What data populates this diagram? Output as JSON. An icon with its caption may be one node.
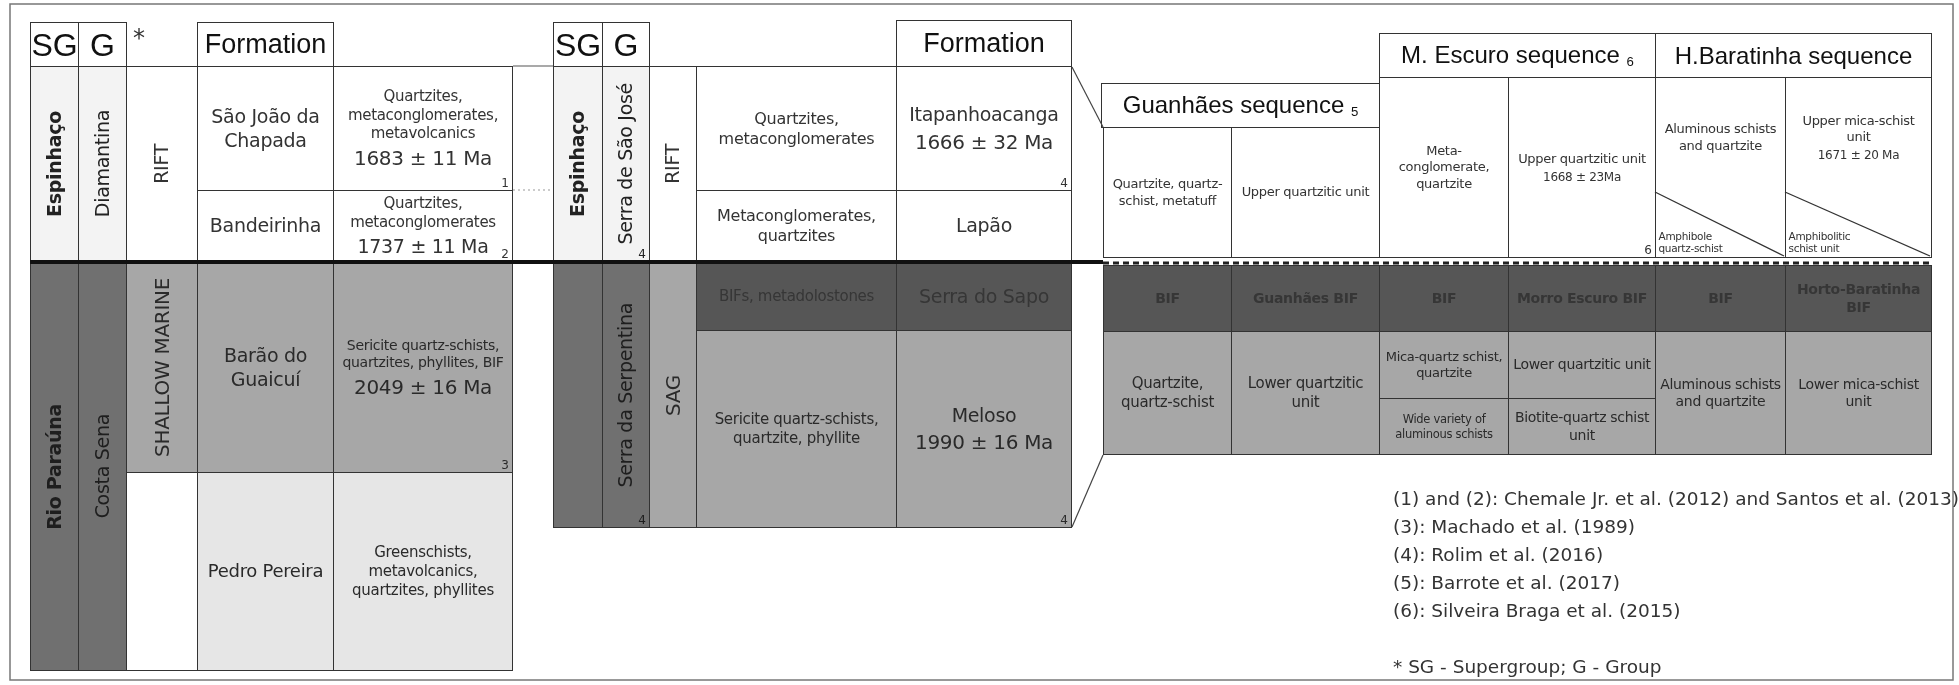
{
  "diagram": {
    "nodes": [
      {
        "text": [
          "SG"
        ]
      },
      {
        "text": [
          "G"
        ]
      },
      {
        "text": [
          "Formation"
        ]
      },
      {
        "text": [
          "SG"
        ]
      },
      {
        "text": [
          "G"
        ]
      },
      {
        "text": [
          "Formation"
        ]
      },
      {
        "text": [
          "M. Escuro sequence $_{6}$"
        ]
      },
      {
        "text": [
          "H.Baratinha sequence"
        ]
      },
      {
        "text": [
          "Espinhaço"
        ]
      },
      {
        "text": [
          "Diamantina"
        ]
      },
      {
        "text": [
          "RIFT"
        ]
      },
      {
        "text": [
          "São João da Chapada"
        ]
      },
      {
        "text": [
          "Quartzites, metaconglomerates, metavolcanics",
          "1683 ± 11 Ma",
          "1"
        ]
      },
      {
        "text": [
          "Bandeirinha"
        ]
      },
      {
        "text": [
          "Quartzites, metaconglomerates",
          "1737 ± 11 Ma",
          "2"
        ]
      },
      {
        "text": [
          "Espinhaço"
        ]
      },
      {
        "text": [
          "Serra de São José",
          "4"
        ]
      },
      {
        "text": [
          "RIFT"
        ]
      },
      {
        "text": [
          "Quartzites, metaconglomerates"
        ]
      },
      {
        "text": [
          "Itapanhoacanga",
          "1666 ± 32 Ma",
          "4"
        ]
      },
      {
        "text": [
          "Metaconglomerates, quartzites"
        ]
      },
      {
        "text": [
          "Lapão"
        ]
      },
      {
        "text": [
          "Guanhães sequence $_{5}$"
        ]
      },
      {
        "text": [
          "Quartzite, quartz-schist, metatuff"
        ]
      },
      {
        "text": [
          "Upper quartzitic unit"
        ]
      },
      {
        "text": [
          "Meta-conglomerate, quartzite"
        ]
      },
      {
        "text": [
          "Upper quartzitic unit",
          "1668 ± 23Ma",
          "6"
        ]
      },
      {
        "text": [
          "Aluminous schists and quartzite"
        ]
      },
      {
        "text": [
          "Amphibole quartz-schist"
        ],
        "in": 27
      },
      {
        "text": [
          "Upper mica-schist unit",
          "1671 ± 20 Ma"
        ]
      },
      {
        "text": [
          "Amphibolitic schist unit"
        ],
        "in": 29
      },
      {
        "text": [
          "Rio Paraúna"
        ]
      },
      {
        "text": [
          "Costa Sena"
        ]
      },
      {
        "text": [
          "SHALLOW MARINE"
        ]
      },
      {
        "text": [
          "Barão do Guaicuí"
        ]
      },
      {
        "text": [
          "Sericite quartz-schists, quartzites, phyllites, BIF",
          "2049 ± 16 Ma",
          "3"
        ]
      },
      {
        "text": [],
        "shape": "box"
      },
      {
        "text": [
          "Pedro Pereira"
        ]
      },
      {
        "text": [
          "Greenschists, metavolcanics, quartzites, phyllites"
        ]
      },
      {
        "text": [],
        "shape": "box"
      },
      {
        "text": [
          "Serra da Serpentina",
          "4"
        ]
      },
      {
        "text": [
          "SAG"
        ]
      },
      {
        "text": [
          "BIFs, metadolostones"
        ]
      },
      {
        "text": [
          "Serra do Sapo"
        ]
      },
      {
        "text": [
          "Sericite quartz-schists, quartzite, phyllite"
        ]
      },
      {
        "text": [
          "Meloso",
          "1990 ± 16 Ma",
          "4"
        ]
      },
      {
        "text": [
          "BIF"
        ]
      },
      {
        "text": [
          "Guanhães BIF"
        ]
      },
      {
        "text": [
          "BIF"
        ]
      },
      {
        "text": [
          "Morro Escuro BIF"
        ]
      },
      {
        "text": [
          "BIF"
        ]
      },
      {
        "text": [
          "Horto-Baratinha BIF"
        ]
      },
      {
        "text": [
          "Quartzite, quartz-schist"
        ]
      },
      {
        "text": [
          "Lower quartzitic unit"
        ]
      },
      {
        "text": [
          "Mica-quartz schist, quartzite"
        ]
      },
      {
        "text": [
          "Lower quartzitic unit"
        ]
      },
      {
        "text": [
          "Aluminous schists and quartzite"
        ]
      },
      {
        "text": [
          "Lower mica-schist unit"
        ]
      },
      {
        "text": [
          "Wide variety of aluminous schists"
        ]
      },
      {
        "text": [
          "Biotite-quartz schist unit"
        ]
      }
    ],
    "labels": [
      "*",
      "(1) and (2): Chemale Jr. et al. (2012) and Santos et al. (2013)",
      "(3): Machado et al. (1989)",
      "(4): Rolim et al. (2016)",
      "(5): Barrote et al. (2017)",
      "(6): Silveira Braga et al. (2015)",
      "* SG - Supergroup; G - Group"
    ]
  }
}
